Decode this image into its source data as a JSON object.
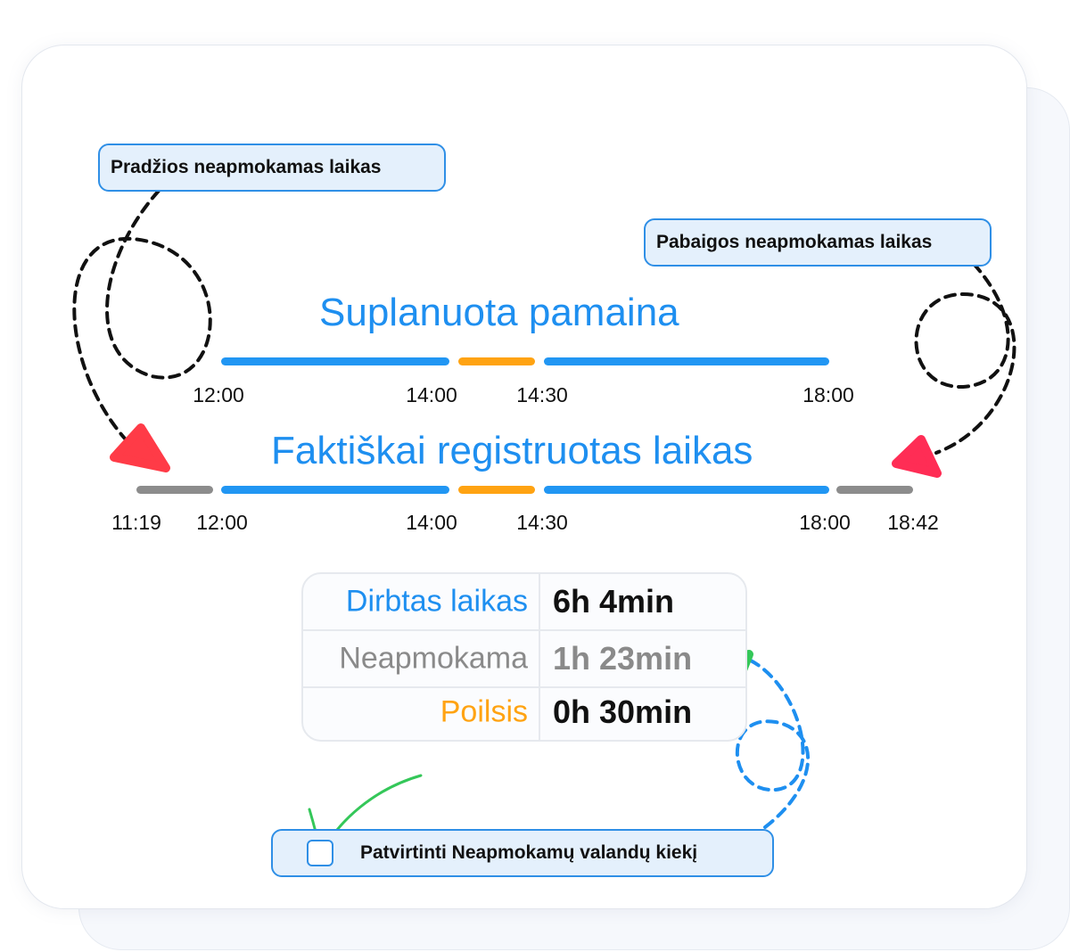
{
  "callouts": {
    "start": "Pradžios neapmokamas laikas",
    "end": "Pabaigos neapmokamas laikas"
  },
  "planned": {
    "title": "Suplanuota pamaina",
    "ticks": [
      "12:00",
      "14:00",
      "14:30",
      "18:00"
    ]
  },
  "actual": {
    "title": "Faktiškai registruotas laikas",
    "ticks": [
      "11:19",
      "12:00",
      "14:00",
      "14:30",
      "18:00",
      "18:42"
    ]
  },
  "summary": {
    "rows": [
      {
        "label": "Dirbtas laikas",
        "value": "6h 4min"
      },
      {
        "label": "Neapmokama",
        "value": "1h 23min"
      },
      {
        "label": "Poilsis",
        "value": "0h 30min"
      }
    ]
  },
  "confirm": {
    "label": "Patvirtinti Neapmokamų valandų kiekį"
  },
  "colors": {
    "work": "#2196f3",
    "break": "#ffa312",
    "unpaid": "#8c8c8c",
    "marker_red": "#ff3b47",
    "marker_green": "#34c759",
    "accent_blue": "#1e8ff0"
  }
}
